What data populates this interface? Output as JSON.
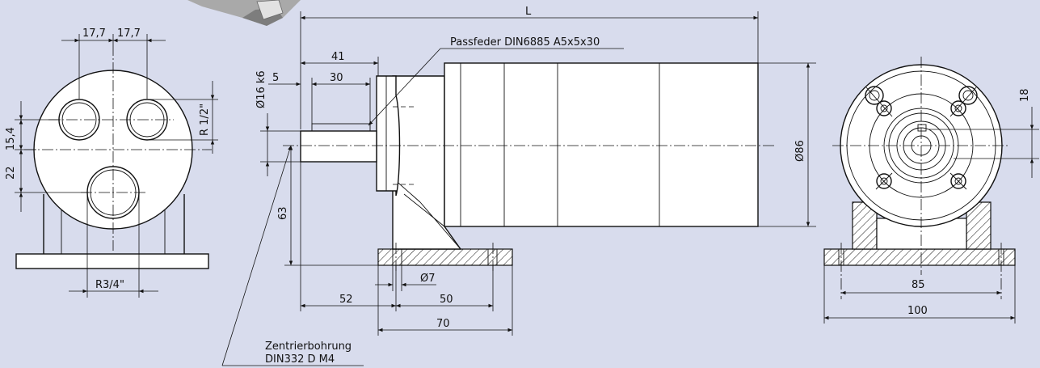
{
  "dims": {
    "d17_7_a": "17,7",
    "d17_7_b": "17,7",
    "d15_4": "15,4",
    "d22": "22",
    "r12": "R 1/2\"",
    "r34": "R3/4\"",
    "L": "L",
    "d41": "41",
    "d5": "5",
    "d30": "30",
    "d16k6": "Ø16 k6",
    "d63": "63",
    "d86": "Ø86",
    "d7": "Ø7",
    "d52": "52",
    "d50": "50",
    "d70": "70",
    "d18": "18",
    "d85": "85",
    "d100": "100"
  },
  "notes": {
    "passfeder": "Passfeder DIN6885 A5x5x30",
    "zentrier_1": "Zentrierbohrung",
    "zentrier_2": "DIN332 D M4"
  },
  "colors": {
    "background": "#d8dced",
    "part_fill": "#ffffff",
    "line": "#111111"
  }
}
